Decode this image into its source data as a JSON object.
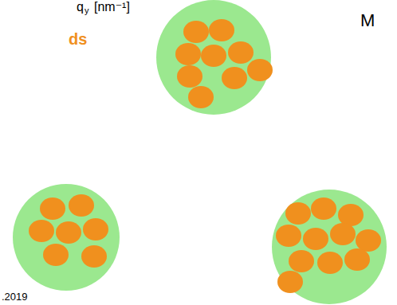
{
  "diagram": {
    "labels": [
      "q",
      "y",
      "[nm⁻¹]",
      "M",
      "ds",
      ".2019"
    ]
  }
}
